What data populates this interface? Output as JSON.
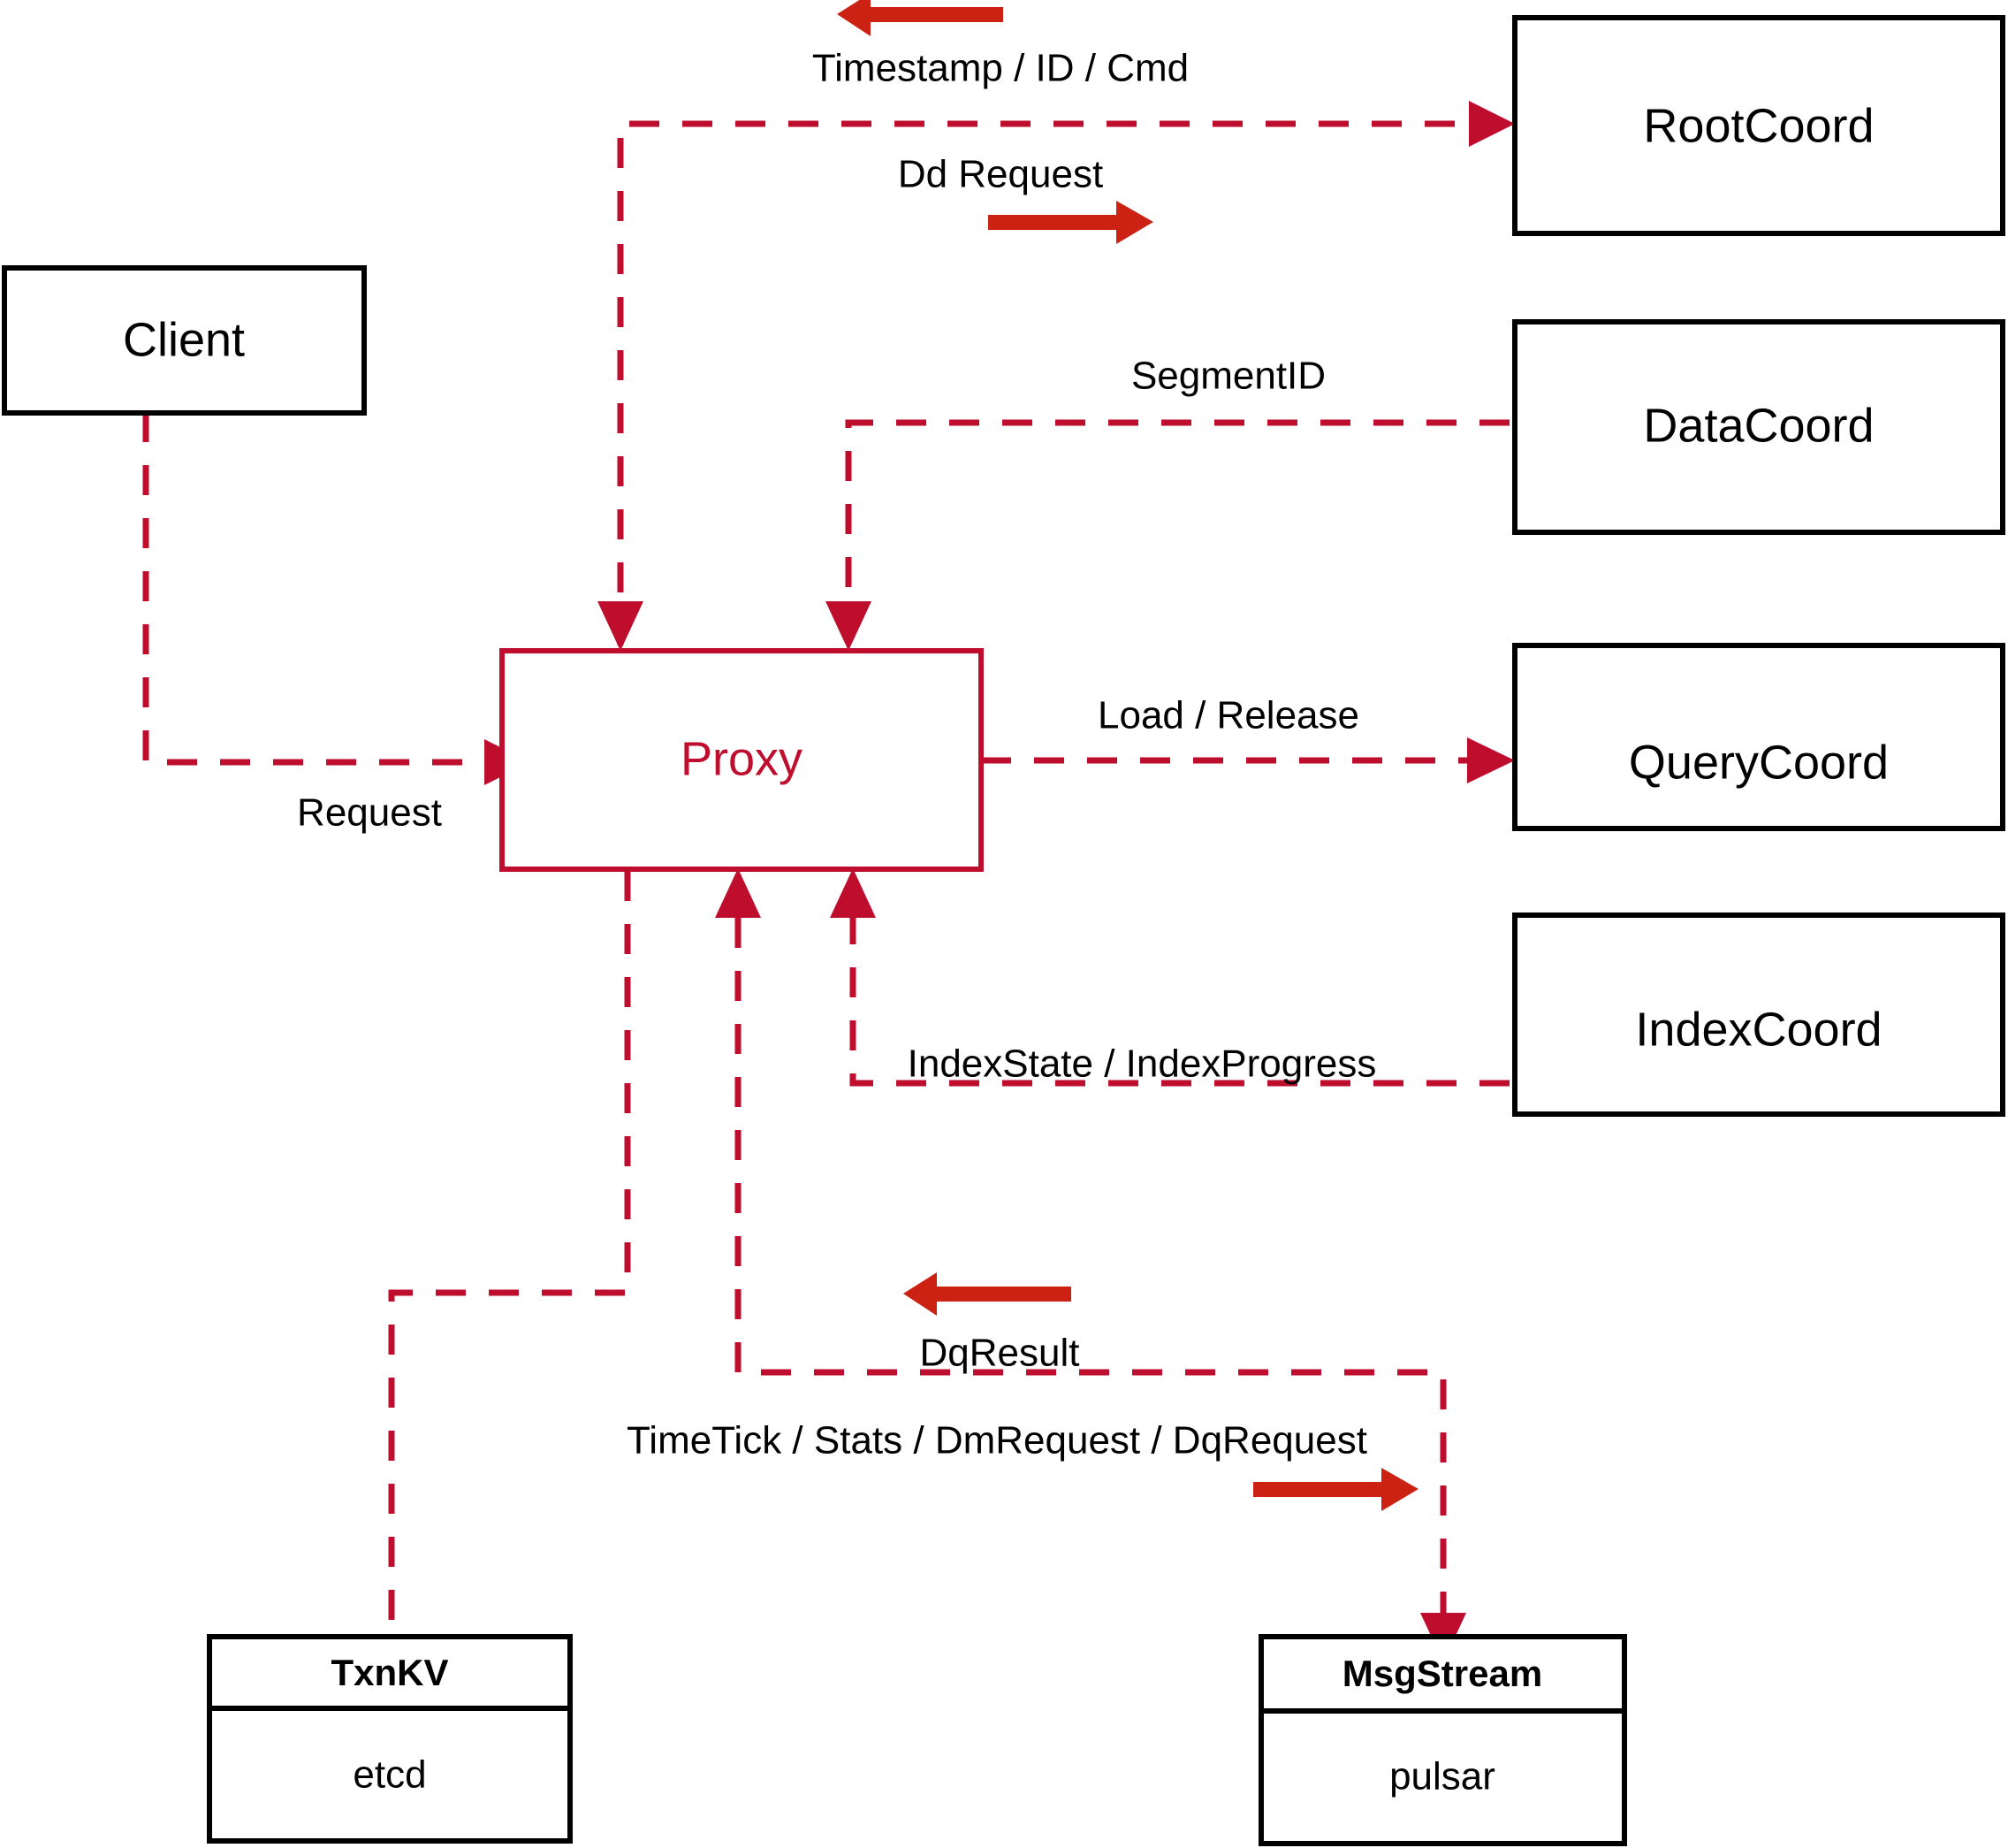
{
  "diagram": {
    "title": "Proxy architecture dataflow",
    "colors": {
      "flow_red": "#BE0D2D",
      "annotation_arrow_red": "#CC2213",
      "node_border": "#000000",
      "background": "#FFFFFF"
    },
    "nodes": {
      "client": {
        "label": "Client"
      },
      "proxy": {
        "label": "Proxy"
      },
      "root_coord": {
        "label": "RootCoord"
      },
      "data_coord": {
        "label": "DataCoord"
      },
      "query_coord": {
        "label": "QueryCoord"
      },
      "index_coord": {
        "label": "IndexCoord"
      },
      "txnkv": {
        "label": "TxnKV",
        "impl": "etcd"
      },
      "msgstream": {
        "label": "MsgStream",
        "impl": "pulsar"
      }
    },
    "edge_labels": {
      "timestamp_id_cmd": "Timestamp / ID / Cmd",
      "dd_request": "Dd Request",
      "segment_id": "SegmentID",
      "request": "Request",
      "load_release": "Load / Release",
      "index_state_progress": "IndexState / IndexProgress",
      "dq_result": "DqResult",
      "timetick_stats_dm_dq": "TimeTick / Stats / DmRequest / DqRequest"
    },
    "annotation_arrows": [
      {
        "name": "timestamp-direction-arrow",
        "direction": "left"
      },
      {
        "name": "dd-request-direction-arrow",
        "direction": "right"
      },
      {
        "name": "dq-result-direction-arrow",
        "direction": "left"
      },
      {
        "name": "msgstream-write-direction-arrow",
        "direction": "right"
      }
    ]
  }
}
